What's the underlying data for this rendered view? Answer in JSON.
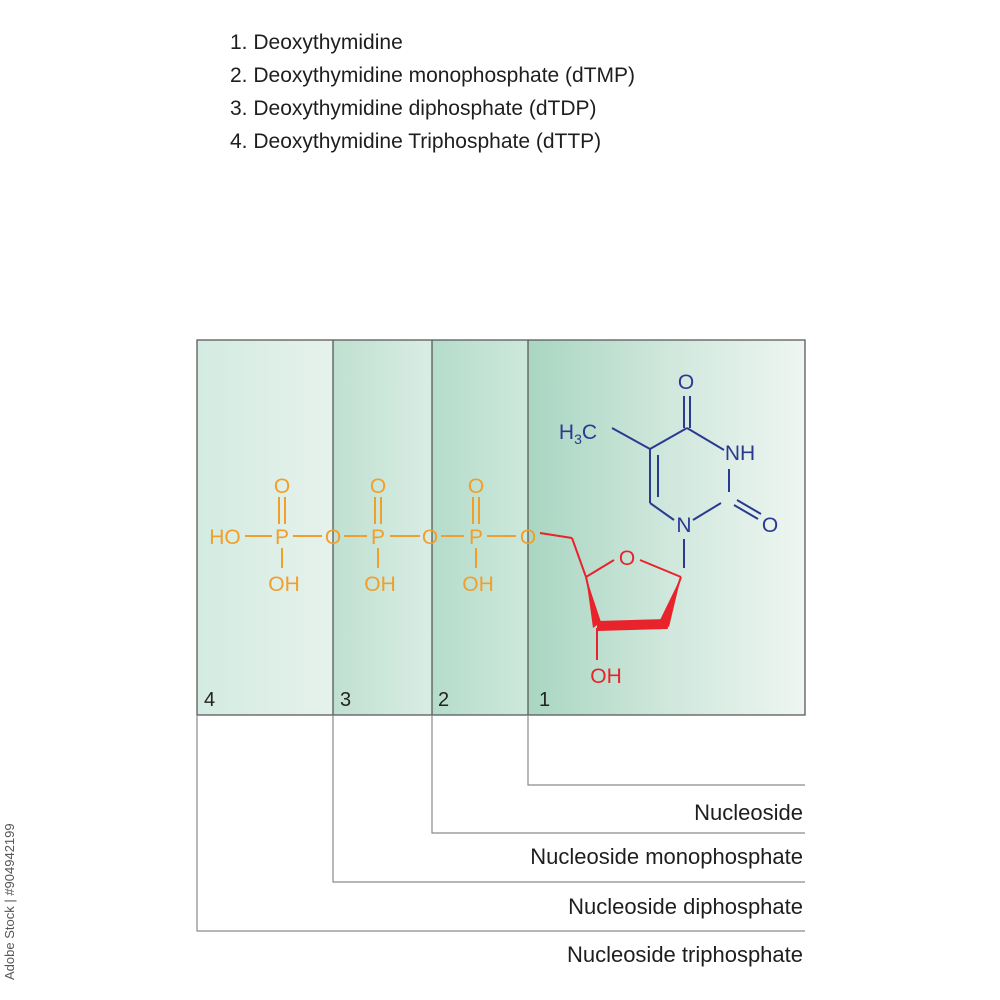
{
  "legend": [
    {
      "number": "1.",
      "name": "Deoxythymidine"
    },
    {
      "number": "2.",
      "name": "Deoxythymidine monophosphate (dTMP)"
    },
    {
      "number": "3.",
      "name": "Deoxythymidine diphosphate (dTDP)"
    },
    {
      "number": "4.",
      "name": "Deoxythymidine Triphosphate (dTTP)"
    }
  ],
  "regions": [
    "4",
    "3",
    "2",
    "1"
  ],
  "categories": {
    "nucleoside": "Nucleoside",
    "monophosphate": "Nucleoside monophosphate",
    "diphosphate": "Nucleoside diphosphate",
    "triphosphate": "Nucleoside triphosphate"
  },
  "molecule": {
    "phosphate_oxygen_top": "O",
    "phosphorus": "P",
    "bridge_oxygen": "O",
    "hydroxyl": "OH",
    "terminal_hydroxyl": "HO",
    "ring_oxygen": "O",
    "sugar_hydroxyl": "OH",
    "methyl": "H",
    "methyl_subscript": "3",
    "methyl_carbon": "C",
    "carbonyl_oxygen": "O",
    "imide": "NH",
    "glycosidic_nitrogen": "N"
  },
  "colors": {
    "phosphate": "#f29f2a",
    "sugar": "#e8232b",
    "base": "#2b3990",
    "region_fill": "#cfe6dc",
    "frame": "#555555"
  },
  "credit": "Adobe Stock | #904942199"
}
